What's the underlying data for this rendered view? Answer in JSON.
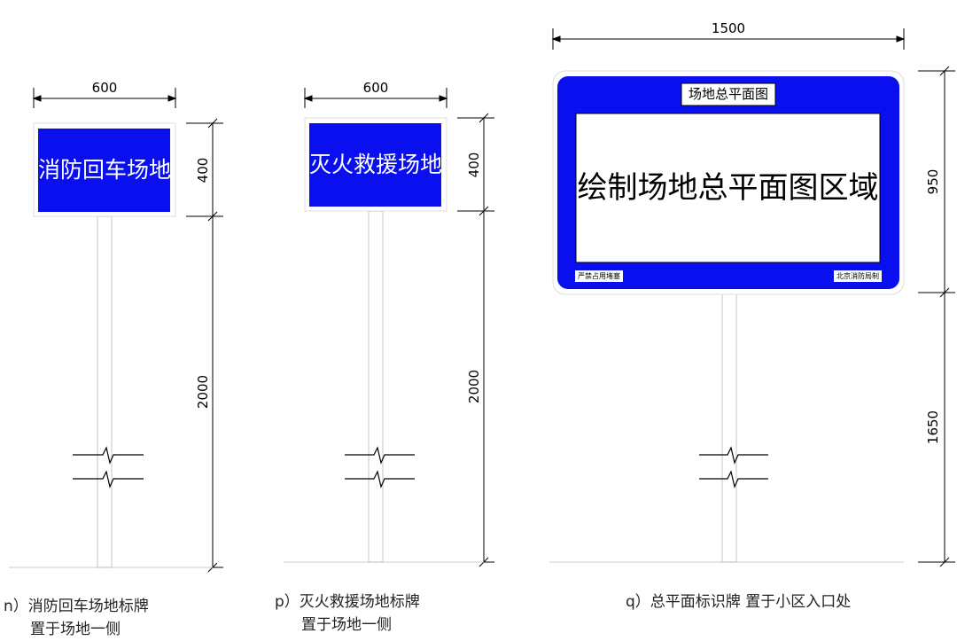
{
  "signs": [
    {
      "text": "消防回车场地",
      "width_label": "600",
      "sign_height_label": "400",
      "post_height_label": "2000",
      "caption_line1": "n）消防回车场地标牌",
      "caption_line2": "置于场地一侧"
    },
    {
      "text": "灭火救援场地",
      "width_label": "600",
      "sign_height_label": "400",
      "post_height_label": "2000",
      "caption_line1": "p）灭火救援场地标牌",
      "caption_line2": "置于场地一侧"
    },
    {
      "title": "场地总平面图",
      "center_text": "绘制场地总平面图区域",
      "footer_left": "严禁占用堵塞",
      "footer_right": "北京消防局制",
      "width_label": "1500",
      "sign_height_label": "950",
      "post_height_label": "1650",
      "caption_line1": "q）总平面标识牌  置于小区入口处"
    }
  ],
  "colors": {
    "sign_blue": "#0a0ff0",
    "line": "#000000",
    "post": "#d9d9d9"
  }
}
